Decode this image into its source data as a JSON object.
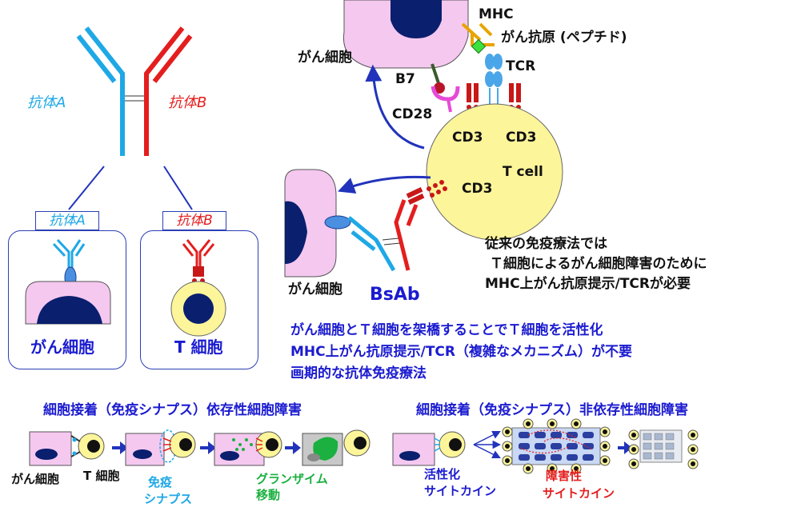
{
  "colors": {
    "antibody_a": "#1ea8e6",
    "antibody_b": "#e41e1e",
    "cancer_cell": "#f5c8f0",
    "nucleus": "#0a1f6e",
    "t_cell": "#fdf59a",
    "line_blue": "#2233bb",
    "text_blue": "#1b1bd0",
    "text_green": "#1bb040",
    "text_red": "#e41e1e",
    "mhc": "#e8a400",
    "peptide": "#3de03d",
    "tcr": "#4aa6e8",
    "cd28": "#e64ad8",
    "b7": "#b8142a"
  },
  "left": {
    "antibody_a_label": "抗体A",
    "antibody_b_label": "抗体B",
    "tag_a": "抗体A",
    "tag_b": "抗体B",
    "cancer_cell_label": "がん細胞",
    "t_cell_label": "T 細胞"
  },
  "right": {
    "mhc": "MHC",
    "cancer_antigen": "がん抗原 (ペプチド)",
    "tcr": "TCR",
    "cancer_cell_top": "がん細胞",
    "b7": "B7",
    "cd28": "CD28",
    "cd3_left": "CD3",
    "cd3_right": "CD3",
    "cd3_lower": "CD3",
    "t_cell": "T cell",
    "cancer_cell_bottom": "がん細胞",
    "bsab": "BsAb",
    "note_lines": [
      "従来の免疫療法では",
      "Ｔ細胞によるがん細胞障害のために",
      "MHC上がん抗原提示/TCRが必要"
    ]
  },
  "summary_lines": [
    "がん細胞とＴ細胞を架橋することでＴ細胞を活性化",
    "MHC上がん抗原提示/TCR（複雑なメカニズム）が不要",
    "画期的な抗体免疫療法"
  ],
  "bottom": {
    "left_title": "細胞接着（免疫シナプス）依存性細胞障害",
    "right_title": "細胞接着（免疫シナプス）非依存性細胞障害",
    "cancer_cell": "がん細胞",
    "t_cell": "T 細胞",
    "immune_synapse": [
      "免疫",
      "シナプス"
    ],
    "granzyme": [
      "グランザイム",
      "移動"
    ],
    "activating_cytokine": [
      "活性化",
      "サイトカイン"
    ],
    "cytotoxic_cytokine": [
      "障害性",
      "サイトカイン"
    ]
  }
}
